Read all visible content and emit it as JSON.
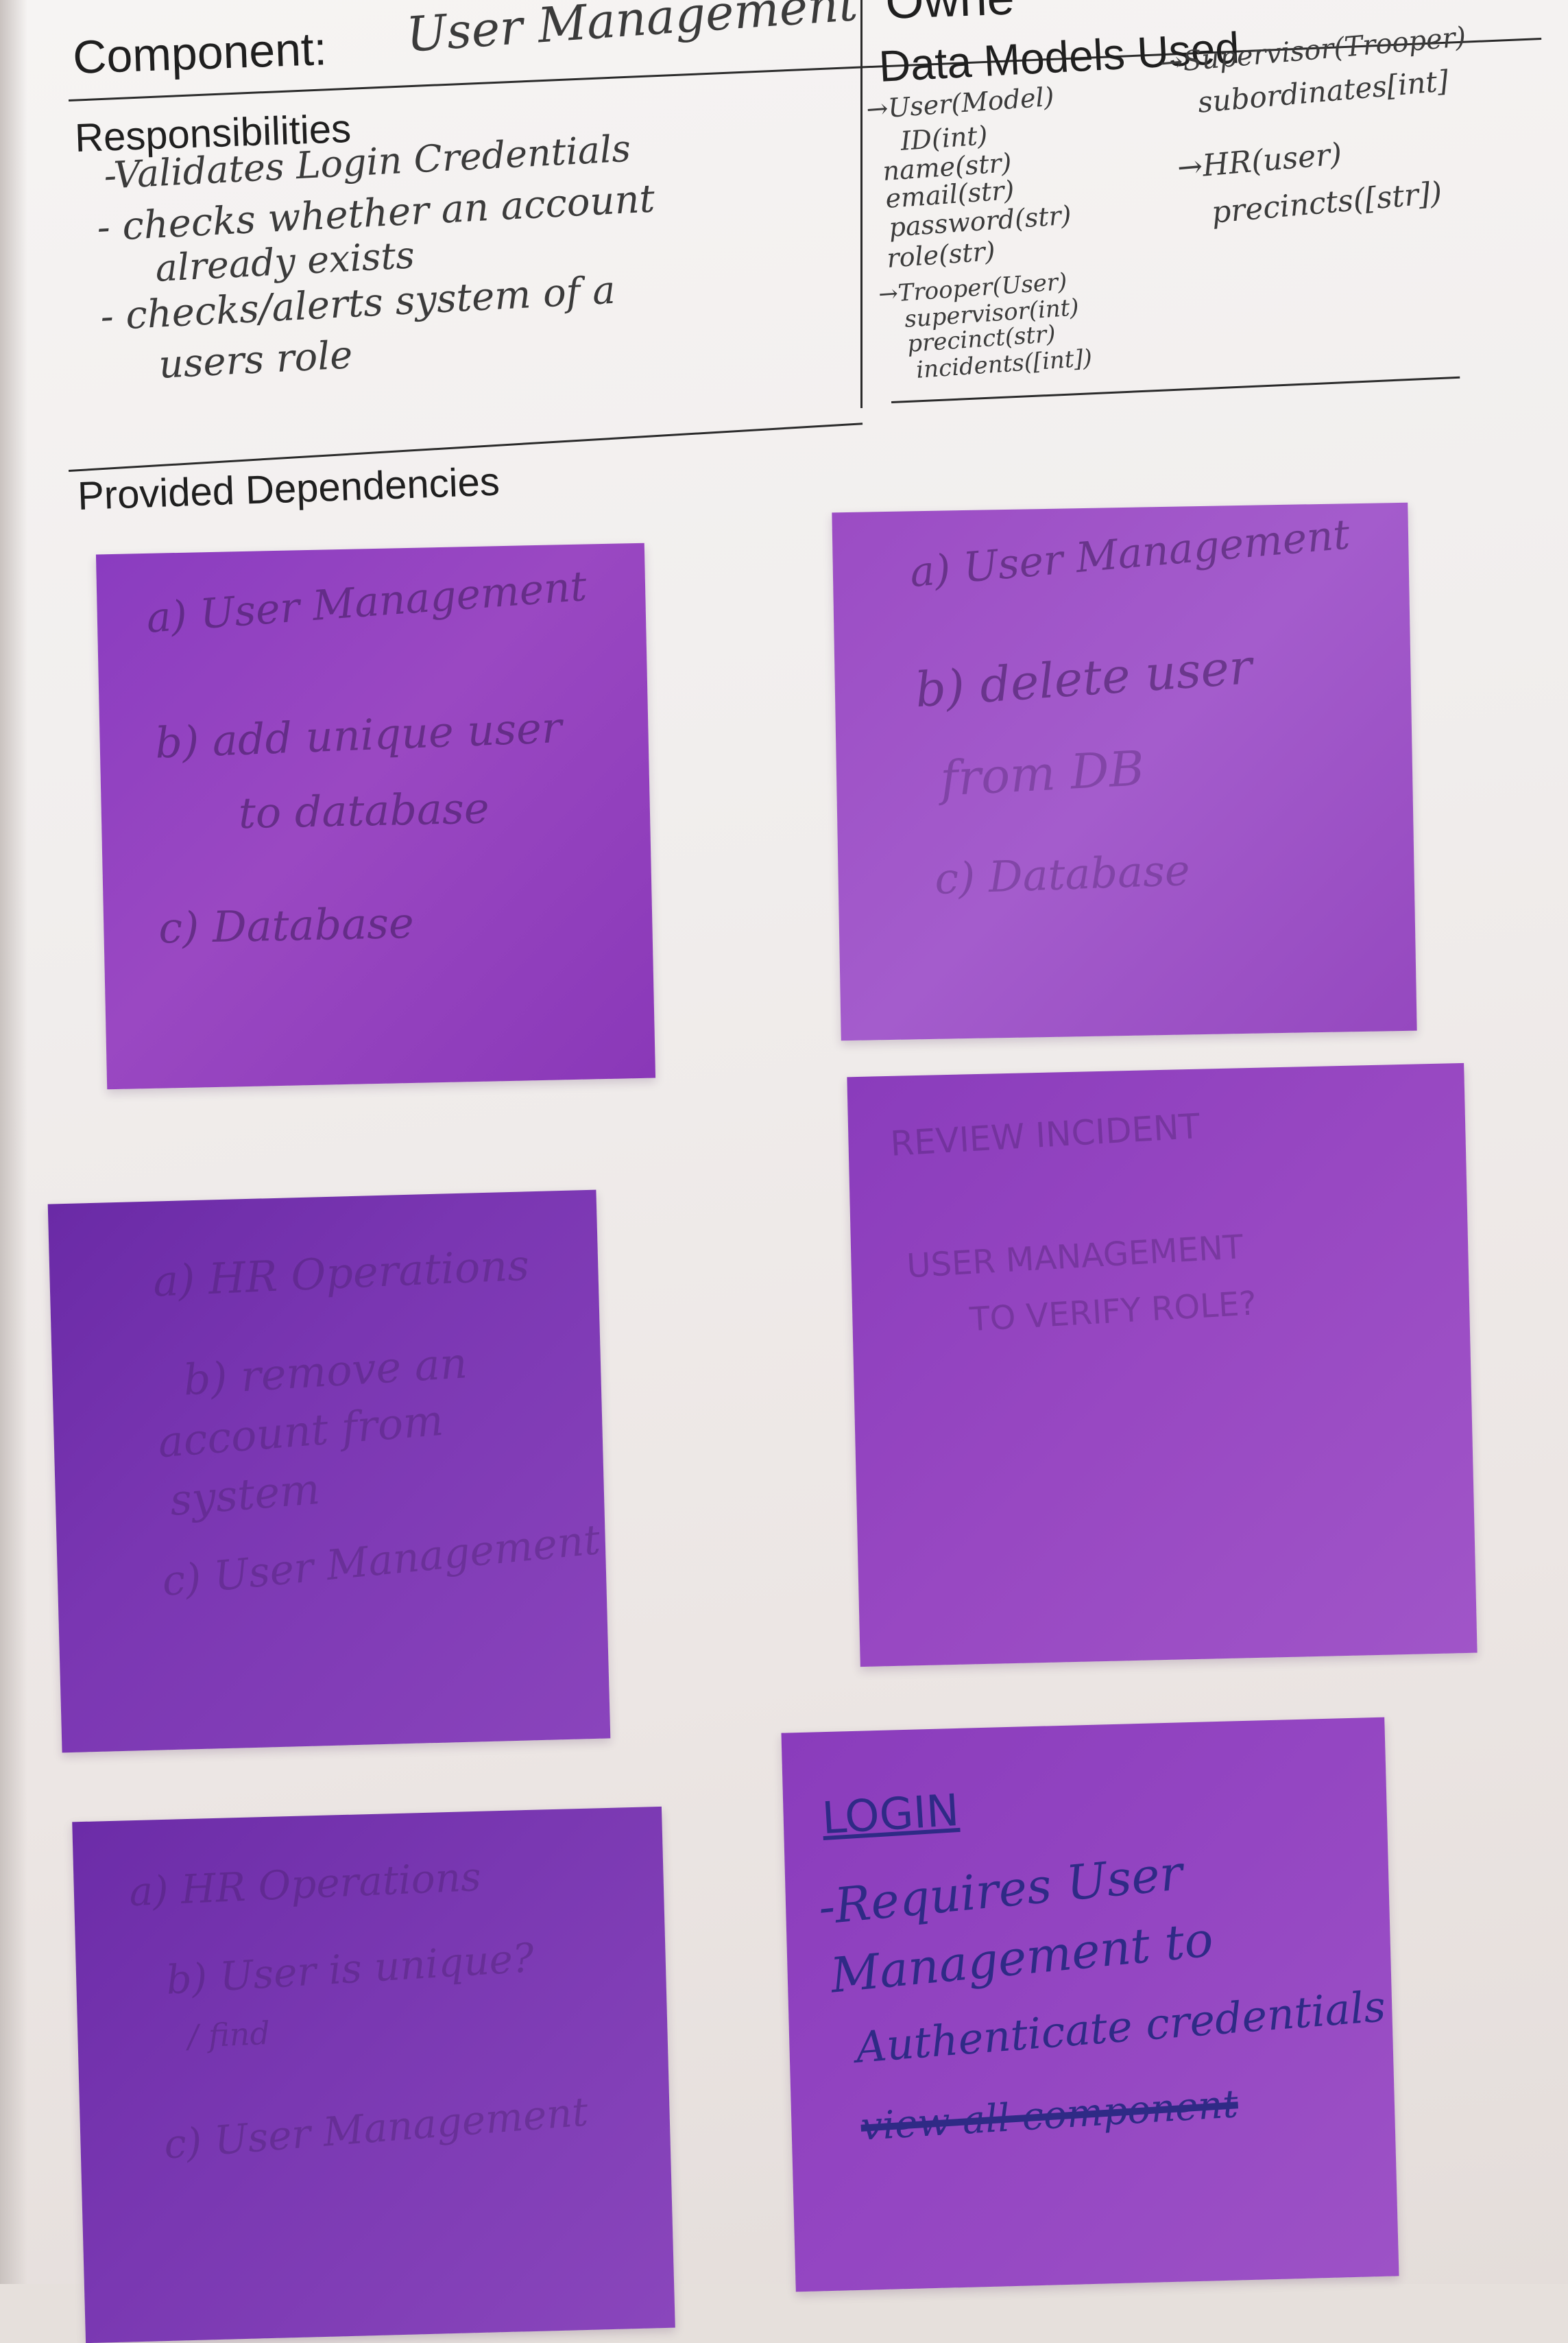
{
  "card": {
    "component_label": "Component:",
    "component_value": "User Management",
    "owner_fragment": "Owne",
    "responsibilities_heading": "Responsibilities",
    "responsibilities": [
      "-Validates Login Credentials",
      "- checks whether an account",
      "already exists",
      "- checks/alerts system of a",
      "users role"
    ],
    "data_models_heading": "Data Models Used",
    "data_models_left": [
      "→User(Model)",
      "ID(int)",
      "name(str)",
      "email(str)",
      "password(str)",
      "role(str)",
      "→Trooper(User)",
      "supervisor(int)",
      "precinct(str)",
      "incidents([int])"
    ],
    "data_models_right": [
      "→Supervisor(Trooper)",
      "subordinates[int]",
      "→HR(user)",
      "precincts([str])"
    ],
    "dependencies_heading": "Provided Dependencies"
  },
  "notes": [
    {
      "lines": [
        "a) User Management",
        "b) add unique user",
        "to database",
        "c) Database"
      ]
    },
    {
      "lines": [
        "a) User Management",
        "b) delete user",
        "from DB",
        "c) Database"
      ]
    },
    {
      "lines": [
        "a) HR Operations",
        "b) remove an",
        "account from",
        "system",
        "c) User Management"
      ]
    },
    {
      "lines": [
        "REVIEW INCIDENT",
        "USER MANAGEMENT",
        "TO VERIFY ROLE?"
      ]
    },
    {
      "lines": [
        "a) HR Operations",
        "b) User is unique?",
        "/ find",
        "c) User Management"
      ]
    },
    {
      "lines": [
        "LOGIN",
        "-Requires User",
        "Management to",
        "Authenticate credentials",
        "view all component"
      ]
    }
  ],
  "colors": {
    "paper": "#f3f1f0",
    "ink": "#2b2b2b",
    "sticky_light": "#9c4cc0",
    "sticky_dark": "#6a2fa8",
    "blue_pen": "#2f2a86"
  }
}
